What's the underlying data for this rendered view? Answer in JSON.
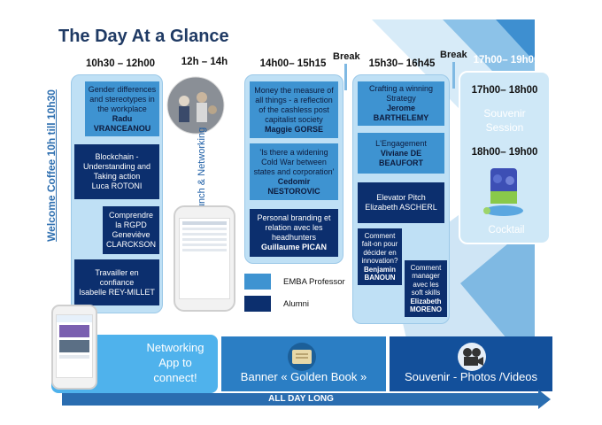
{
  "title": "The Day At a Glance",
  "colors": {
    "professor": "#3e93d1",
    "alumni": "#0c2f6e",
    "column": "#bfe0f5",
    "accent": "#2a6db0"
  },
  "welcome": "Welcome Coffee 10h till 10h30",
  "columns": [
    {
      "time": "10h30 – 12h00"
    },
    {
      "time": "12h – 14h"
    },
    {
      "time": "14h00– 15h15"
    },
    {
      "time": "15h30– 16h45"
    },
    {
      "time": "17h00– 19h00"
    }
  ],
  "breaks": [
    "Break",
    "Break"
  ],
  "lunch": "Lunch & Networking",
  "sessions": {
    "s1": {
      "title": "Gender differences and stereotypes in the workplace",
      "speaker": "Radu VRANCEANOU"
    },
    "s2": {
      "title": "Blockchain - Understanding and Taking action",
      "speaker": "Luca ROTONI"
    },
    "s3": {
      "title": "Comprendre la RGPD",
      "speaker": "Geneviève CLARCKSON"
    },
    "s4": {
      "title": "Travailler en confiance",
      "speaker": "Isabelle REY-MILLET"
    },
    "s5": {
      "title": "Money the measure of all things - a reflection of the cashless post capitalist society",
      "speaker": "Maggie GORSE"
    },
    "s6": {
      "title": "'Is there a widening Cold War between states and corporation'",
      "speaker": "Cedomir NESTOROVIC"
    },
    "s7": {
      "title": "Personal branding et relation avec les headhunters",
      "speaker": "Guillaume PICAN"
    },
    "s8": {
      "title": "Crafting a winning Strategy",
      "speaker": "Jerome BARTHELEMY"
    },
    "s9": {
      "title": "L'Engagement",
      "speaker": "Viviane DE BEAUFORT"
    },
    "s10": {
      "title": "Elevator Pitch",
      "speaker": "Elizabeth ASCHERL"
    },
    "s11": {
      "title": "Comment fait-on pour décider en innovation?",
      "speaker": "Benjamin BANOUN"
    },
    "s12": {
      "title": "Comment manager avec les soft skills",
      "speaker": "Elizabeth MORENO"
    }
  },
  "souvenir": {
    "time1": "17h00– 18h00",
    "label1": "Souvenir Session",
    "time2": "18h00– 19h00",
    "label2": "Cocktail"
  },
  "legend": {
    "professor": "EMBA Professor",
    "alumni": "Alumni"
  },
  "bottom": {
    "app": "Networking App to connect!",
    "banner": "Banner « Golden Book »",
    "souvenir": "Souvenir - Photos /Videos",
    "allday": "ALL DAY LONG"
  }
}
